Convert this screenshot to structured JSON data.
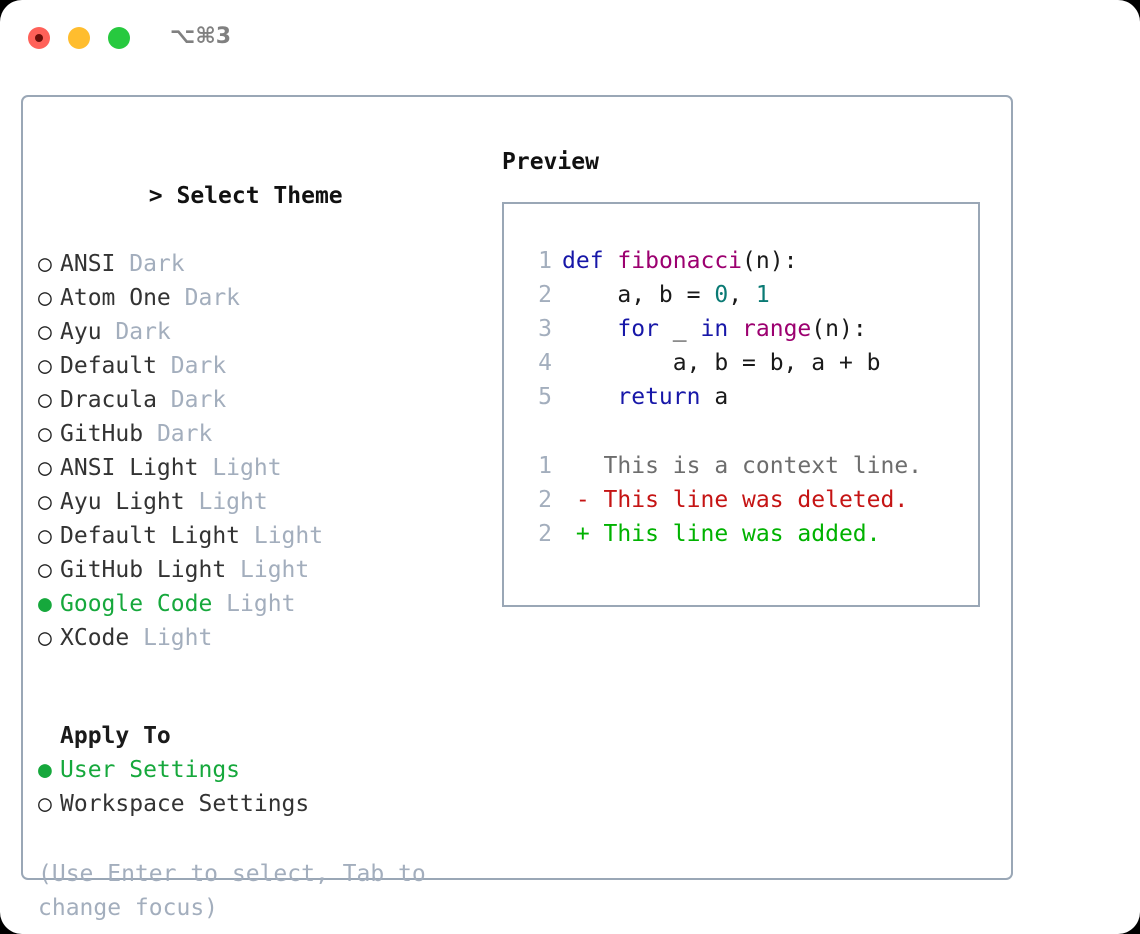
{
  "titlebar": {
    "shortcut": "⌥⌘3",
    "buttons": [
      {
        "name": "close",
        "color": "#ff6159"
      },
      {
        "name": "minimize",
        "color": "#ffbd2e"
      },
      {
        "name": "maximize",
        "color": "#27c93f"
      }
    ]
  },
  "colors": {
    "border": "#9aa7b6",
    "muted": "#a3aebd",
    "selected_green": "#16a83c",
    "keyword": "#1717a8",
    "function": "#9c0070",
    "number": "#0a7a74",
    "diff_delete": "#c51414",
    "diff_add": "#00b200",
    "diff_context": "#6d6d6d"
  },
  "theme_picker": {
    "header_prefix": "> ",
    "header": "Select Theme",
    "bullet_selected": "●",
    "bullet_unselected": "○",
    "items": [
      {
        "name": "ANSI",
        "kind": "Dark",
        "selected": false
      },
      {
        "name": "Atom One",
        "kind": "Dark",
        "selected": false
      },
      {
        "name": "Ayu",
        "kind": "Dark",
        "selected": false
      },
      {
        "name": "Default",
        "kind": "Dark",
        "selected": false
      },
      {
        "name": "Dracula",
        "kind": "Dark",
        "selected": false
      },
      {
        "name": "GitHub",
        "kind": "Dark",
        "selected": false
      },
      {
        "name": "ANSI Light",
        "kind": "Light",
        "selected": false
      },
      {
        "name": "Ayu Light",
        "kind": "Light",
        "selected": false
      },
      {
        "name": "Default Light",
        "kind": "Light",
        "selected": false
      },
      {
        "name": "GitHub Light",
        "kind": "Light",
        "selected": false
      },
      {
        "name": "Google Code",
        "kind": "Light",
        "selected": true
      },
      {
        "name": "XCode",
        "kind": "Light",
        "selected": false
      }
    ]
  },
  "apply_to": {
    "label": "Apply To",
    "options": [
      {
        "name": "User Settings",
        "selected": true
      },
      {
        "name": "Workspace Settings",
        "selected": false
      }
    ]
  },
  "hint": "(Use Enter to select, Tab to change focus)",
  "preview": {
    "header": "Preview",
    "code": [
      {
        "ln": "1",
        "tokens": [
          {
            "t": "def",
            "c": "kw"
          },
          {
            "t": " ",
            "c": "plain"
          },
          {
            "t": "fibonacci",
            "c": "fn"
          },
          {
            "t": "(n):",
            "c": "plain"
          }
        ]
      },
      {
        "ln": "2",
        "tokens": [
          {
            "t": "    a, b = ",
            "c": "plain"
          },
          {
            "t": "0",
            "c": "num"
          },
          {
            "t": ", ",
            "c": "plain"
          },
          {
            "t": "1",
            "c": "num"
          }
        ]
      },
      {
        "ln": "3",
        "tokens": [
          {
            "t": "    ",
            "c": "plain"
          },
          {
            "t": "for",
            "c": "kw"
          },
          {
            "t": " _ ",
            "c": "plain"
          },
          {
            "t": "in",
            "c": "kw"
          },
          {
            "t": " ",
            "c": "plain"
          },
          {
            "t": "range",
            "c": "fn"
          },
          {
            "t": "(n):",
            "c": "plain"
          }
        ]
      },
      {
        "ln": "4",
        "tokens": [
          {
            "t": "        a, b = b, a + b",
            "c": "plain"
          }
        ]
      },
      {
        "ln": "5",
        "tokens": [
          {
            "t": "    ",
            "c": "plain"
          },
          {
            "t": "return",
            "c": "kw"
          },
          {
            "t": " a",
            "c": "plain"
          }
        ]
      }
    ],
    "diff": [
      {
        "ln": "1",
        "marker": " ",
        "text": "This is a context line.",
        "kind": "diff-ctx"
      },
      {
        "ln": "2",
        "marker": "-",
        "text": "This line was deleted.",
        "kind": "diff-del"
      },
      {
        "ln": "2",
        "marker": "+",
        "text": "This line was added.",
        "kind": "diff-add"
      }
    ]
  }
}
